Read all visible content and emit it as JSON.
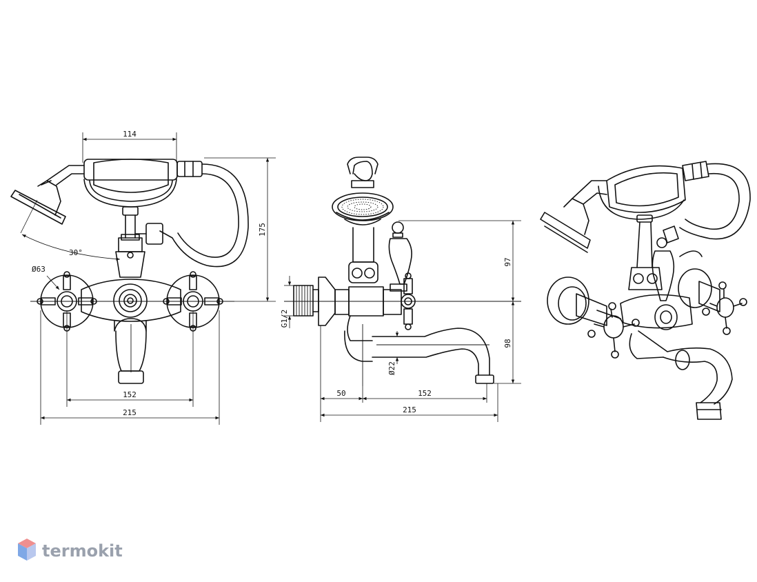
{
  "brand": {
    "name": "termokit",
    "logo_colors": [
      "#ef8f8f",
      "#7fa8e6",
      "#b9c8ee"
    ],
    "text_color": "#9aa1ad"
  },
  "front_view": {
    "width_top": "114",
    "height_total": "175",
    "angle": "30°",
    "diameter_flange": "Ø63",
    "center_distance": "152",
    "overall_width": "215"
  },
  "side_view": {
    "height_upper": "97",
    "height_lower": "98",
    "thread": "G1/2",
    "diameter_spout": "Ø22",
    "offset": "50",
    "spout_length": "152",
    "overall_width": "215"
  }
}
